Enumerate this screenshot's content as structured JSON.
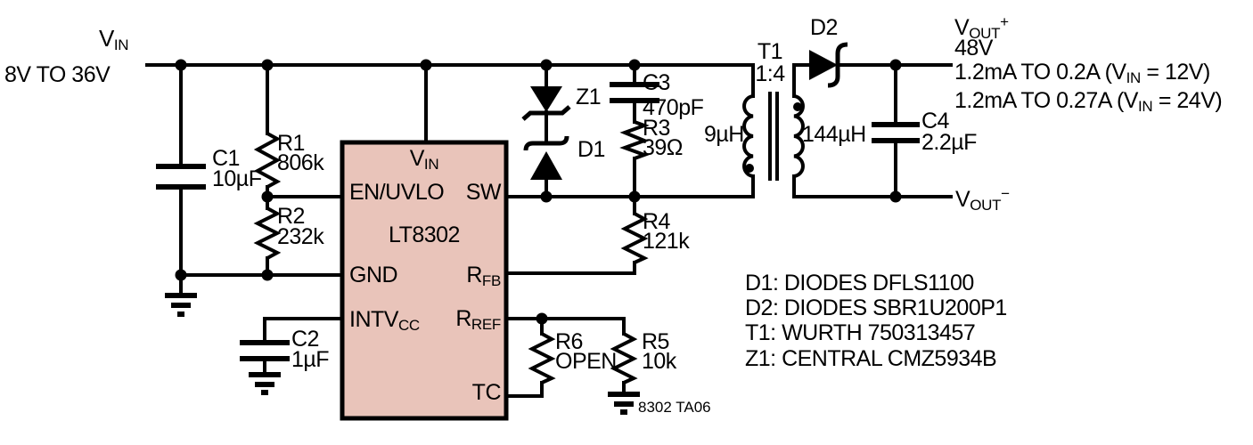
{
  "colors": {
    "background": "#ffffff",
    "line": "#000000",
    "ic_fill": "#e9c4ba"
  },
  "input": {
    "v_main": "V",
    "v_sub": "IN",
    "range": "8V TO 36V"
  },
  "ic": {
    "part": "LT8302",
    "pins": {
      "vin_main": "V",
      "vin_sub": "IN",
      "en_uvlo": "EN/UVLO",
      "sw": "SW",
      "gnd": "GND",
      "intvcc_main": "INTV",
      "intvcc_sub": "CC",
      "rfb_main": "R",
      "rfb_sub": "FB",
      "rref_main": "R",
      "rref_sub": "REF",
      "tc": "TC"
    }
  },
  "components": {
    "c1": {
      "ref": "C1",
      "value": "10µF"
    },
    "r1": {
      "ref": "R1",
      "value": "806k"
    },
    "r2": {
      "ref": "R2",
      "value": "232k"
    },
    "c2": {
      "ref": "C2",
      "value": "1µF"
    },
    "z1": {
      "ref": "Z1"
    },
    "d1": {
      "ref": "D1"
    },
    "c3": {
      "ref": "C3",
      "value": "470pF"
    },
    "r3": {
      "ref": "R3",
      "value": "39Ω"
    },
    "r4": {
      "ref": "R4",
      "value": "121k"
    },
    "r6": {
      "ref": "R6",
      "value": "OPEN"
    },
    "r5": {
      "ref": "R5",
      "value": "10k"
    },
    "d2": {
      "ref": "D2"
    },
    "c4": {
      "ref": "C4",
      "value": "2.2µF"
    },
    "t1": {
      "ref": "T1",
      "ratio": "1:4",
      "primary": "9µH",
      "secondary": "144µH"
    }
  },
  "output": {
    "vplus_main": "V",
    "vplus_sub": "OUT",
    "vplus_sup": "+",
    "voltage": "48V",
    "current1_pre": "1.2mA TO 0.2A (V",
    "current1_sub": "IN",
    "current1_post": " = 12V)",
    "current2_pre": "1.2mA TO 0.27A (V",
    "current2_sub": "IN",
    "current2_post": " = 24V)",
    "vminus_main": "V",
    "vminus_sub": "OUT",
    "vminus_sup": "−"
  },
  "notes": {
    "d1": "D1: DIODES DFLS1100",
    "d2": "D2: DIODES SBR1U200P1",
    "t1": "T1: WURTH 750313457",
    "z1": "Z1: CENTRAL CMZ5934B"
  },
  "figure_id": "8302 TA06"
}
